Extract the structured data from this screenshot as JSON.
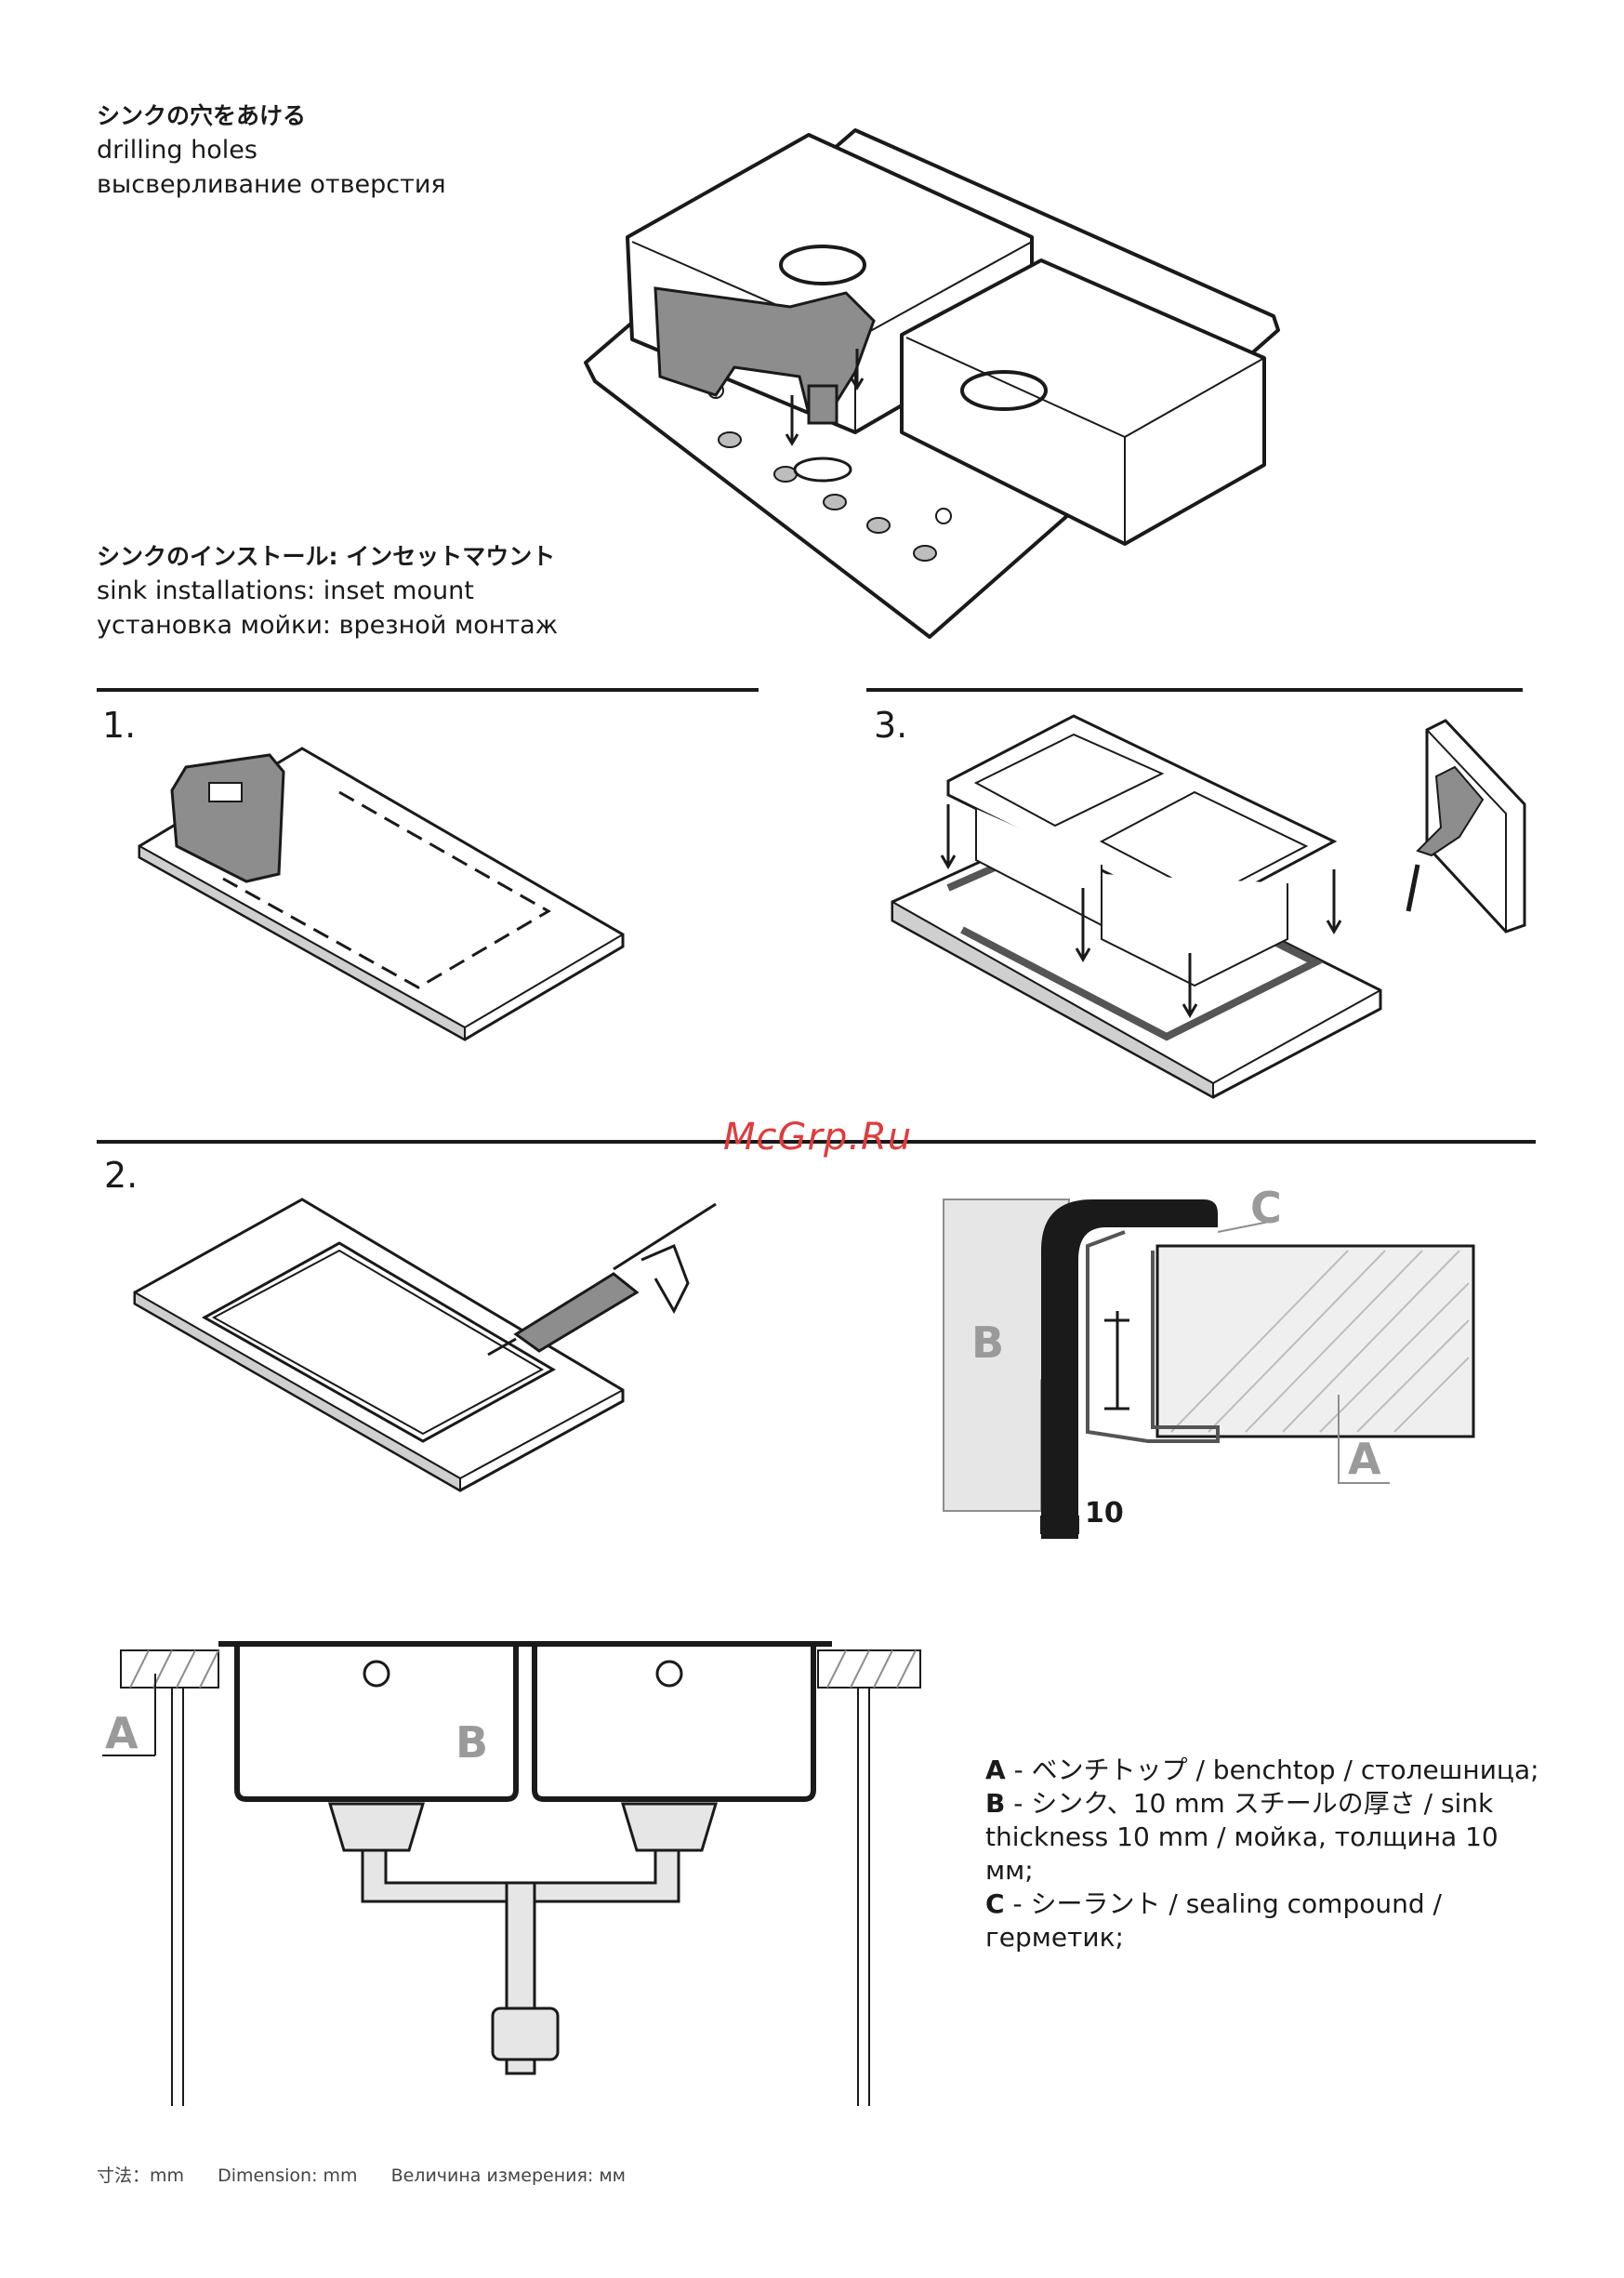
{
  "drilling": {
    "title_ja": "シンクの穴をあける",
    "title_en": "drilling holes",
    "title_ru": "высверливание отверстия"
  },
  "installation": {
    "title_ja": "シンクのインストール: インセットマウント",
    "title_en": "sink installations: inset mount",
    "title_ru": "установка мойки: врезной монтаж"
  },
  "steps": [
    "1.",
    "2.",
    "3."
  ],
  "watermark": "McGrp.Ru",
  "detail": {
    "label_a": "A",
    "label_b": "B",
    "label_c": "C",
    "dimension": "10"
  },
  "section_view": {
    "label_a": "A",
    "label_b": "B"
  },
  "legend": {
    "a_key": "A",
    "a_text": " - ベンチトップ / benchtop / столешница;",
    "b_key": "B",
    "b_text": " - シンク、10 mm スチールの厚さ / sink thickness 10 mm / мойка, толщина 10 мм;",
    "c_key": "C",
    "c_text": " - シーラント / sealing compound / герметик;"
  },
  "footer": {
    "ja": "寸法：mm",
    "en": "Dimension: mm",
    "ru": "Величина измерения: мм"
  }
}
